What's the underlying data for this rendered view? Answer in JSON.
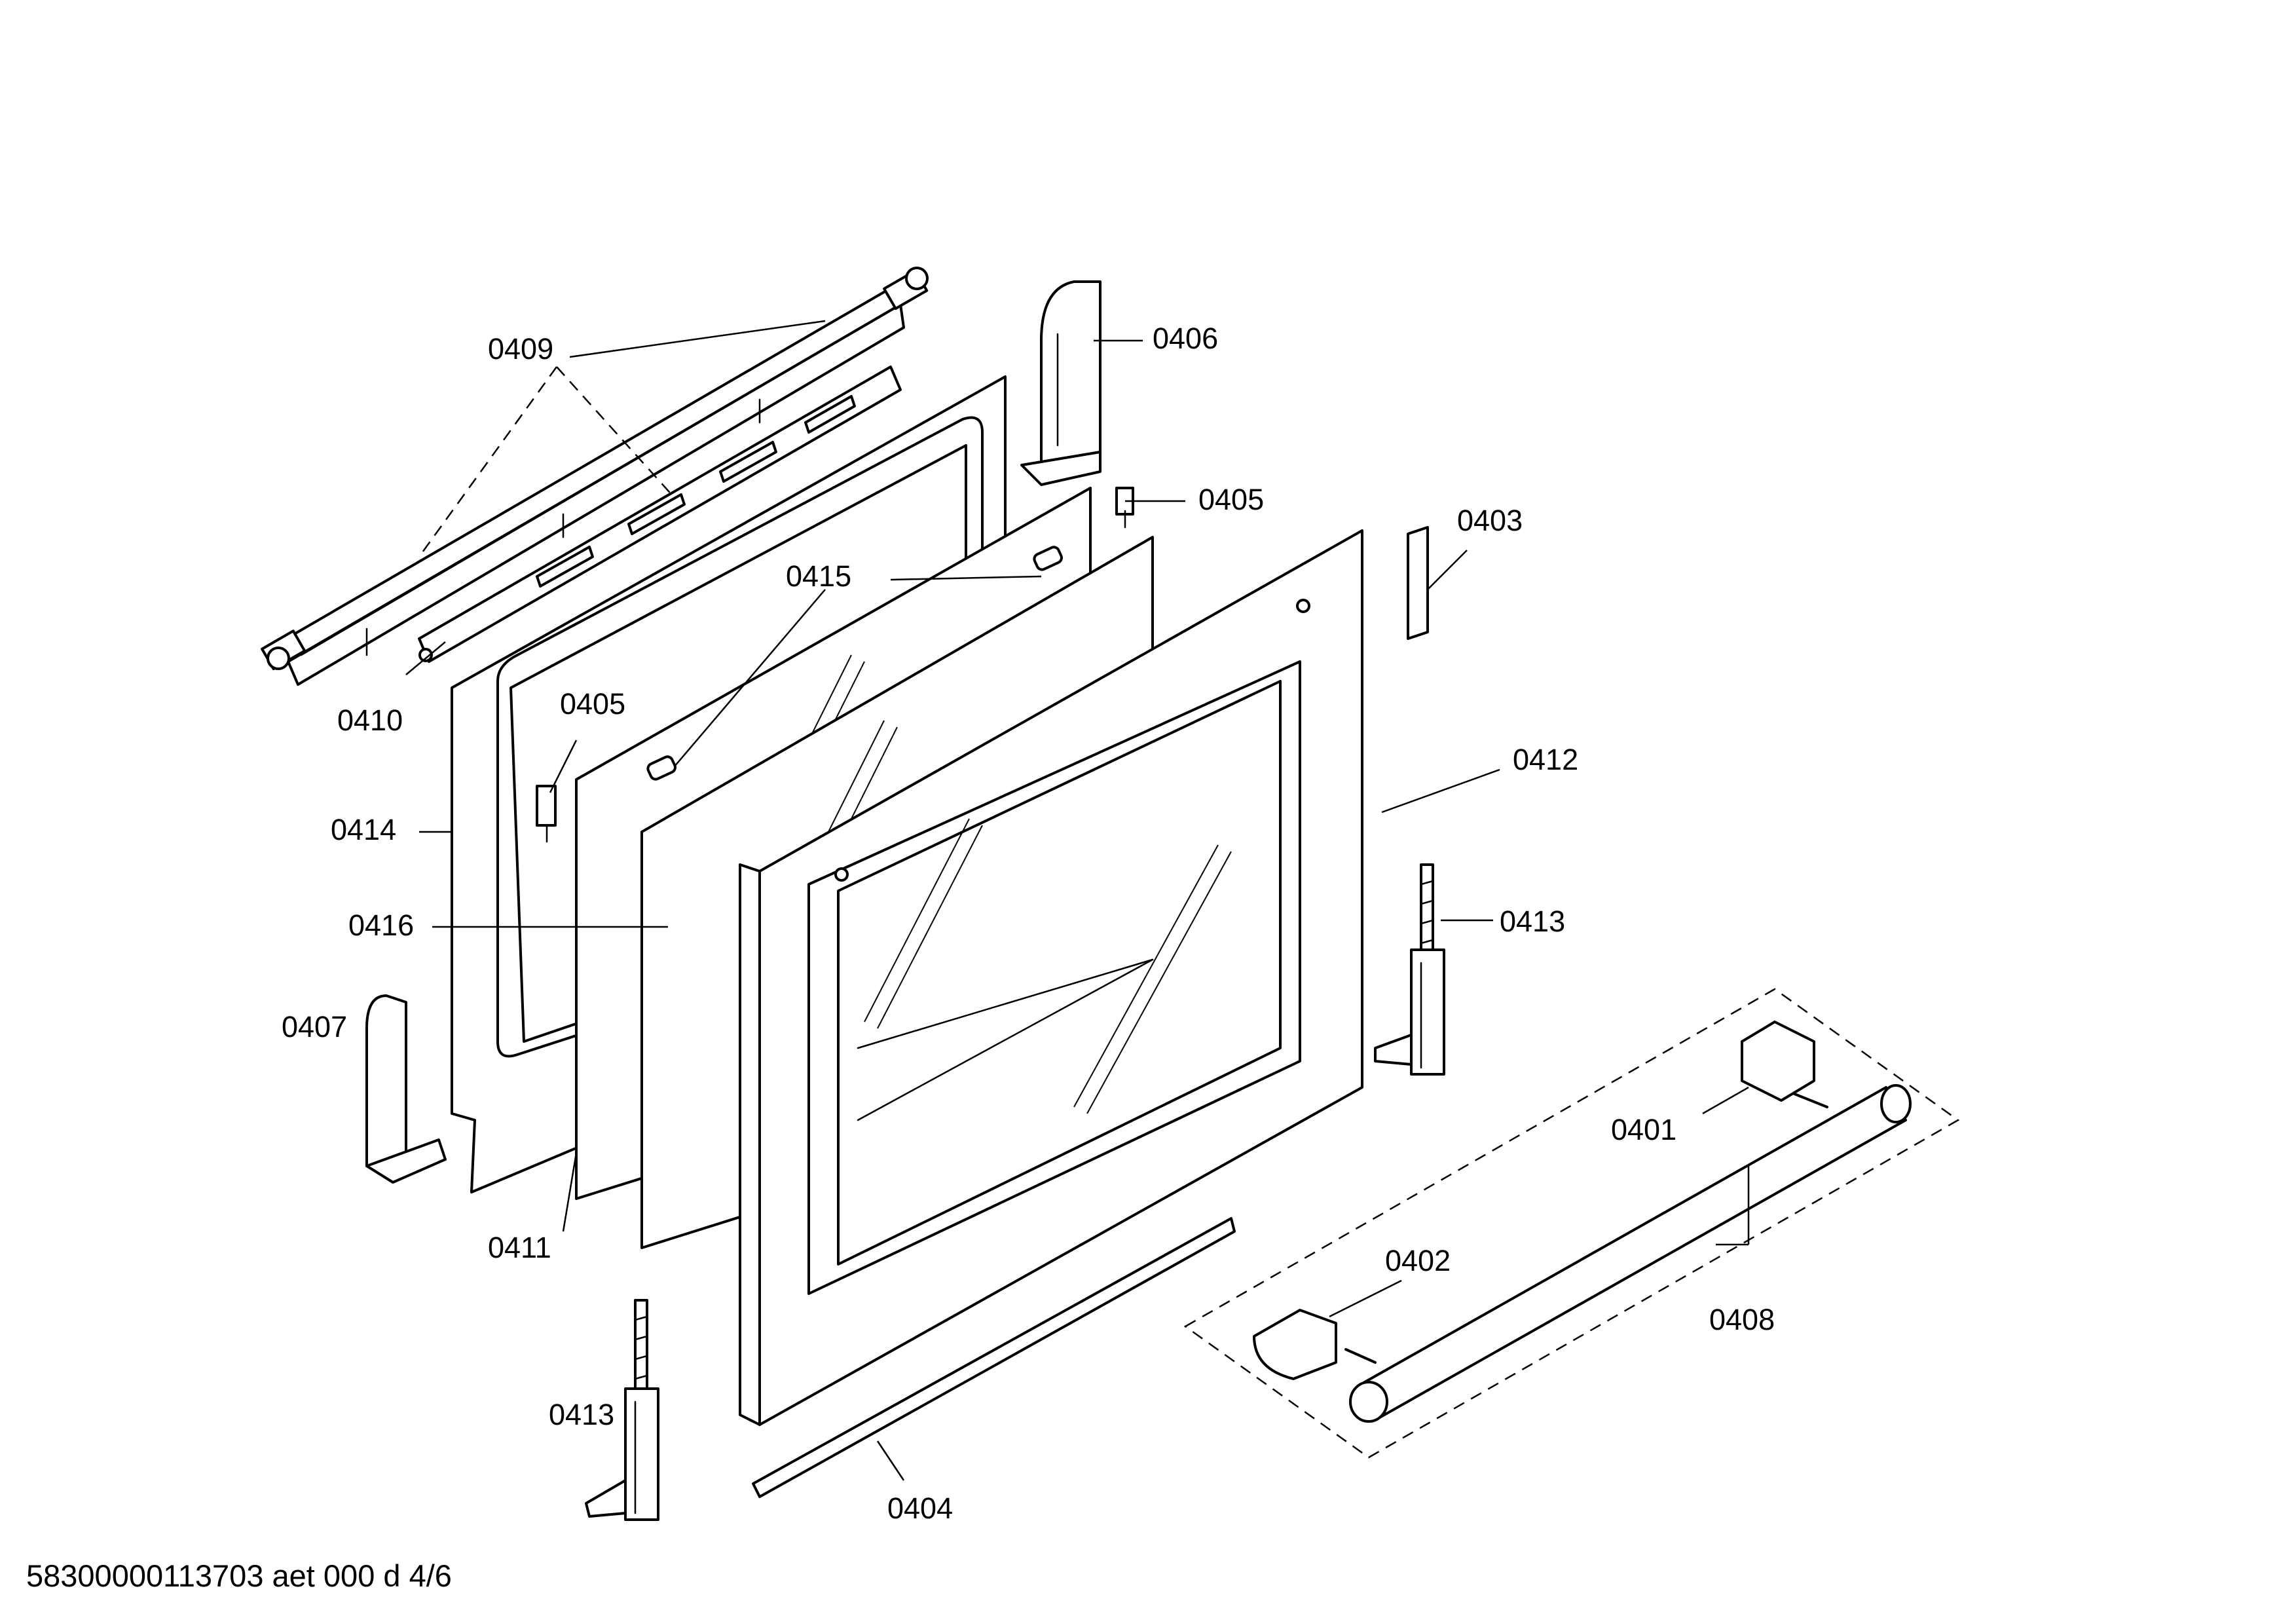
{
  "diagram": {
    "labels": {
      "l0401": "0401",
      "l0402": "0402",
      "l0403": "0403",
      "l0404": "0404",
      "l0405a": "0405",
      "l0405b": "0405",
      "l0406": "0406",
      "l0407": "0407",
      "l0408": "0408",
      "l0409": "0409",
      "l0410": "0410",
      "l0411": "0411",
      "l0412": "0412",
      "l0413a": "0413",
      "l0413b": "0413",
      "l0414": "0414",
      "l0415": "0415",
      "l0416": "0416"
    },
    "footer": "58300000113703 aet 000 d 4/6"
  }
}
